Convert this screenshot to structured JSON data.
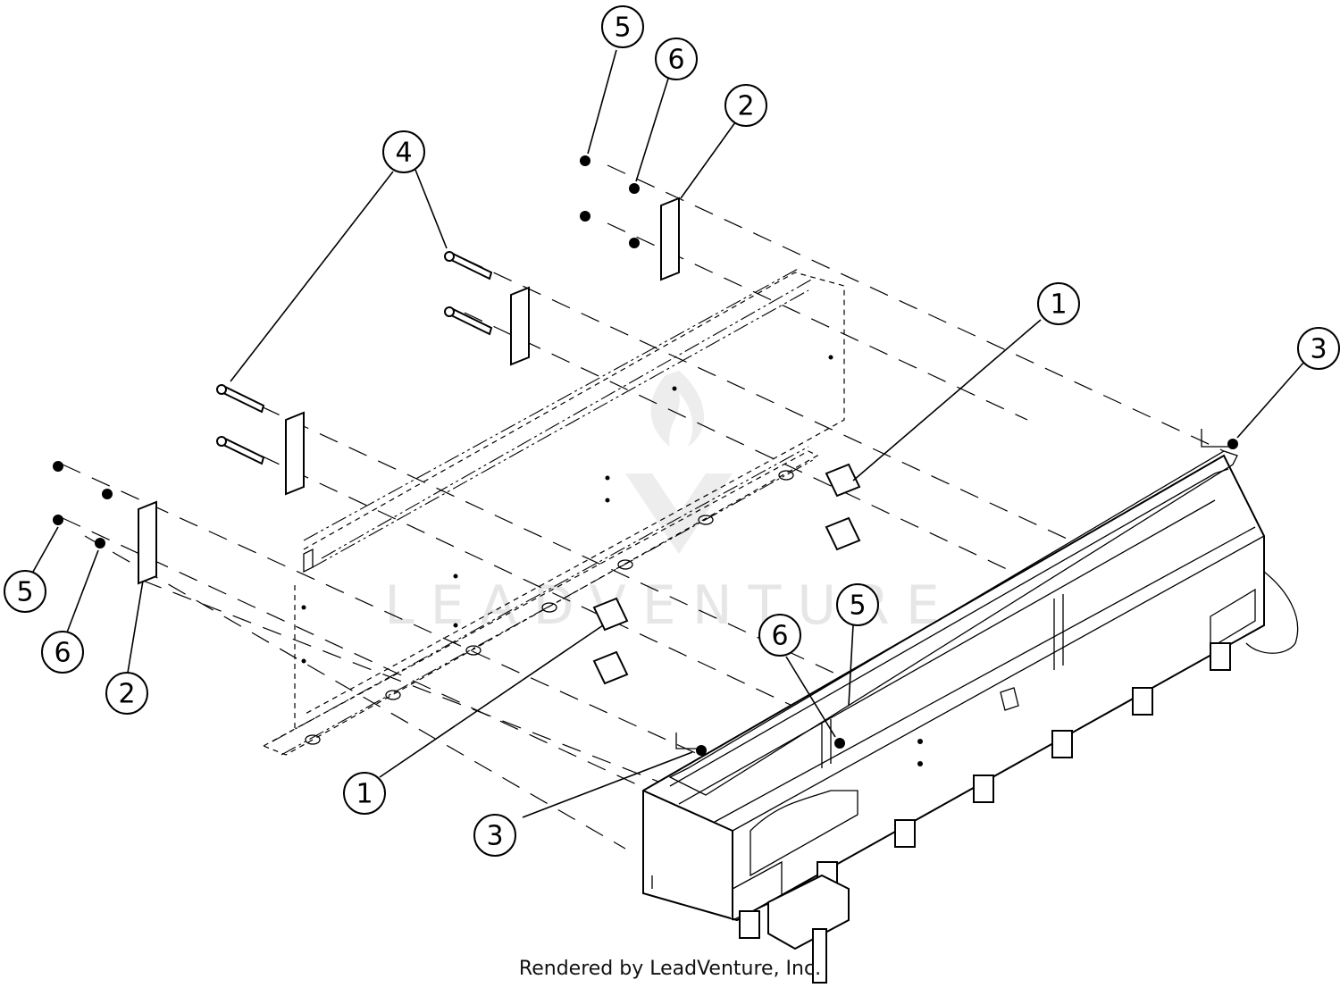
{
  "diagram": {
    "callouts": [
      {
        "id": "c5-top",
        "label": "5"
      },
      {
        "id": "c6-top",
        "label": "6"
      },
      {
        "id": "c2-top",
        "label": "2"
      },
      {
        "id": "c4",
        "label": "4"
      },
      {
        "id": "c1-right",
        "label": "1"
      },
      {
        "id": "c3-right",
        "label": "3"
      },
      {
        "id": "c5-left",
        "label": "5"
      },
      {
        "id": "c6-left",
        "label": "6"
      },
      {
        "id": "c2-left",
        "label": "2"
      },
      {
        "id": "c6-mid",
        "label": "6"
      },
      {
        "id": "c5-mid",
        "label": "5"
      },
      {
        "id": "c1-bottom",
        "label": "1"
      },
      {
        "id": "c3-bottom",
        "label": "3"
      }
    ],
    "watermark": "LEADVENTURE",
    "credit": "Rendered by LeadVenture, Inc."
  }
}
